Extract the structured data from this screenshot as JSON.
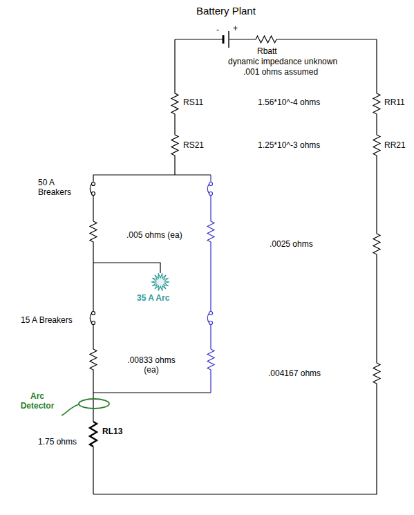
{
  "diagram": {
    "title": "Battery Plant",
    "labels": [
      "-",
      "+",
      "Rbatt",
      "dynamic impedance unknown",
      ".001 ohms assumed",
      "RS11",
      "1.56*10^-4 ohms",
      "RR11",
      "RS21",
      "1.25*10^-3 ohms",
      "RR21",
      "50 A Breakers",
      ".005 ohms (ea)",
      ".0025 ohms",
      "35 A Arc",
      "15 A Breakers",
      ".00833 ohms (ea)",
      ".004167 ohms",
      "Arc Detector",
      "RL13",
      "1.75 ohms"
    ]
  }
}
